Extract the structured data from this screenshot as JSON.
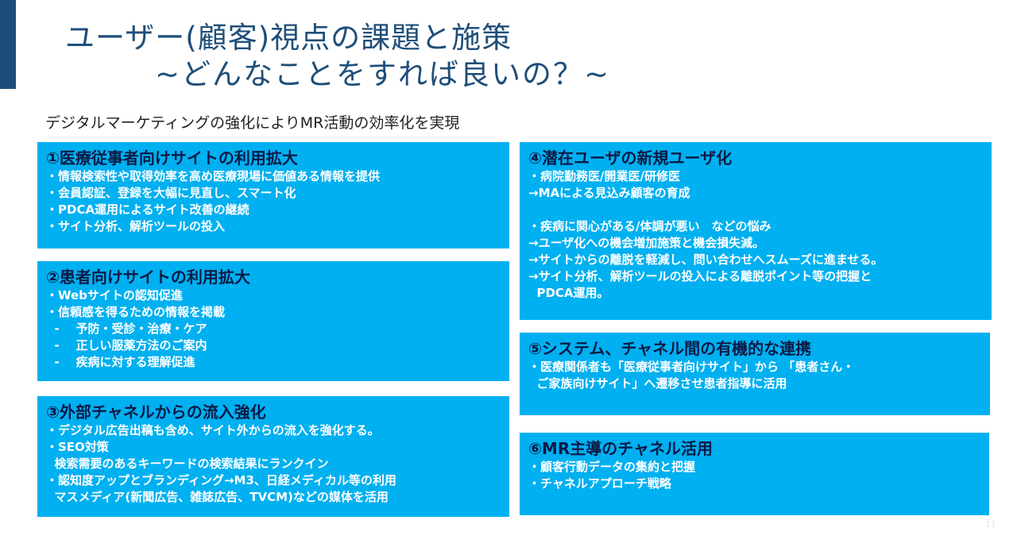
{
  "slide": {
    "title": "ユーザー(顧客)視点の課題と施策",
    "subtitle": "~どんなことをすれば良いの？~",
    "lead": "デジタルマーケティングの強化によりMR活動の効率化を実現",
    "page_number": "11",
    "colors": {
      "title": "#1f4e79",
      "accent_bar": "#1b4e7a",
      "box_fill": "#00b0f0",
      "box_heading": "#0c1a45",
      "box_text": "#ffffff"
    }
  },
  "boxes": [
    {
      "heading": "①医療従事者向けサイトの利用拡大",
      "lines": [
        "・情報検索性や取得効率を高め医療現場に価値ある情報を提供",
        "・会員認証、登録を大幅に見直し、スマート化",
        "・PDCA運用によるサイト改善の継続",
        "・サイト分析、解析ツールの投入"
      ]
    },
    {
      "heading": "②患者向けサイトの利用拡大",
      "lines": [
        "・Webサイトの認知促進",
        "・信頼感を得るための情報を掲載",
        "  -    予防・受診・治療・ケア",
        "  -    正しい服薬方法のご案内",
        "  -    疾病に対する理解促進"
      ]
    },
    {
      "heading": "③外部チャネルからの流入強化",
      "lines": [
        "・デジタル広告出稿も含め、サイト外からの流入を強化する。",
        "・SEO対策",
        "  検索需要のあるキーワードの検索結果にランクイン",
        "・認知度アップとブランディング→M3、日経メディカル等の利用",
        "  マスメディア(新聞広告、雑誌広告、TVCM)などの媒体を活用"
      ]
    },
    {
      "heading": "④潜在ユーザの新規ユーザ化",
      "lines": [
        "・病院勤務医/開業医/研修医",
        "→MAによる見込み顧客の育成",
        " ",
        "・疾病に関心がある/体調が悪い　などの悩み",
        "→ユーザ化への機会増加施策と機会損失減。",
        "→サイトからの離脱を軽減し、問い合わせへスムーズに進ませる。",
        "→サイト分析、解析ツールの投入による離脱ポイント等の把握と",
        "  PDCA運用。"
      ]
    },
    {
      "heading": "⑤システム、チャネル間の有機的な連携",
      "lines": [
        "・医療関係者も「医療従事者向けサイト」から 「患者さん・",
        "  ご家族向けサイト」へ遷移させ患者指導に活用"
      ]
    },
    {
      "heading": "⑥MR主導のチャネル活用",
      "lines": [
        "・顧客行動データの集約と把握",
        "・チャネルアプローチ戦略"
      ]
    }
  ]
}
